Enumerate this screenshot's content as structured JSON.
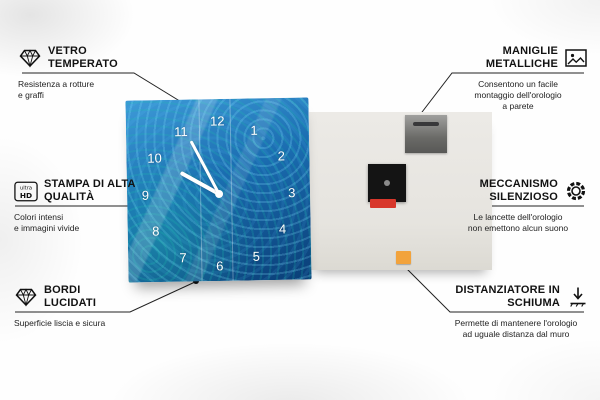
{
  "product": {
    "clock_numbers": [
      "12",
      "1",
      "2",
      "3",
      "4",
      "5",
      "6",
      "7",
      "8",
      "9",
      "10",
      "11"
    ],
    "colors": {
      "glass_blue": "#1a6cb0",
      "back_gray": "#e6e4df",
      "foam_orange": "#f2a33c",
      "mechanism_black": "#141414",
      "battery_red": "#d8372b"
    }
  },
  "callouts": {
    "vetro": {
      "icon": "diamond-icon",
      "title": "VETRO TEMPERATO",
      "subtitle_lines": [
        "Resistenza a rotture",
        "e graffi"
      ]
    },
    "stampa": {
      "icon": "ultra-hd-icon",
      "icon_lines": [
        "ultra",
        "HD"
      ],
      "title": "STAMPA DI ALTA QUALITÀ",
      "subtitle_lines": [
        "Colori intensi",
        "e immagini vivide"
      ]
    },
    "bordi": {
      "icon": "diamond-icon",
      "title": "BORDI LUCIDATI",
      "subtitle_lines": [
        "Superficie liscia e sicura"
      ]
    },
    "maniglie": {
      "icon": "picture-frame-icon",
      "title": "MANIGLIE METALLICHE",
      "subtitle_lines": [
        "Consentono un facile",
        "montaggio dell'orologio",
        "a parete"
      ]
    },
    "meccanismo": {
      "icon": "gear-icon",
      "title": "MECCANISMO SILENZIOSO",
      "subtitle_lines": [
        "Le lancette dell'orologio",
        "non emettono alcun suono"
      ]
    },
    "distanziatore": {
      "icon": "arrow-down-icon",
      "title": "DISTANZIATORE IN SCHIUMA",
      "subtitle_lines": [
        "Permette di mantenere l'orologio",
        "ad uguale distanza dal muro"
      ]
    }
  }
}
